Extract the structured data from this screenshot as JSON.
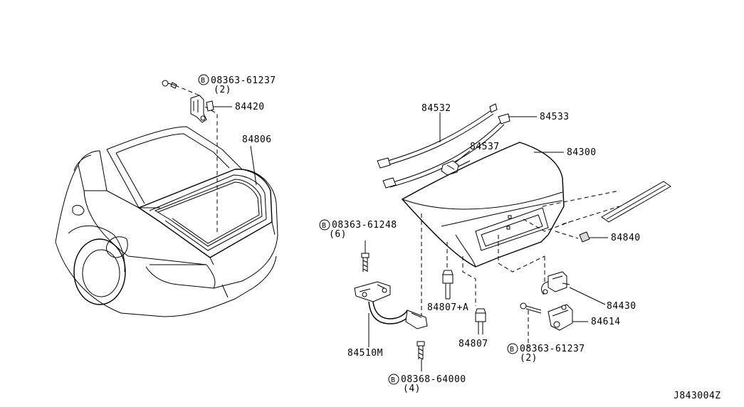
{
  "diagram": {
    "colors": {
      "line": "#000000",
      "background": "#ffffff"
    },
    "bolt_symbol": "B",
    "callouts": {
      "bolt_top": {
        "code": "08363-61237",
        "qty": "(2)"
      },
      "latch_84420": "84420",
      "seal_84806": "84806",
      "cable_84532": "84532",
      "cable_84533": "84533",
      "clip_84537": "84537",
      "lid_84300": "84300",
      "bolt_hinge": {
        "code": "08363-61248",
        "qty": "(6)"
      },
      "strip_84840": "84840",
      "bumper_a": "84807+A",
      "bumper": "84807",
      "lock_84430": "84430",
      "latch_84614": "84614",
      "bolt_latch": {
        "code": "08363-61237",
        "qty": "(2)"
      },
      "hinge_84510m": "84510M",
      "bolt_bottom": {
        "code": "08368-64000",
        "qty": "(4)"
      }
    },
    "diagram_id": "J843004Z"
  }
}
